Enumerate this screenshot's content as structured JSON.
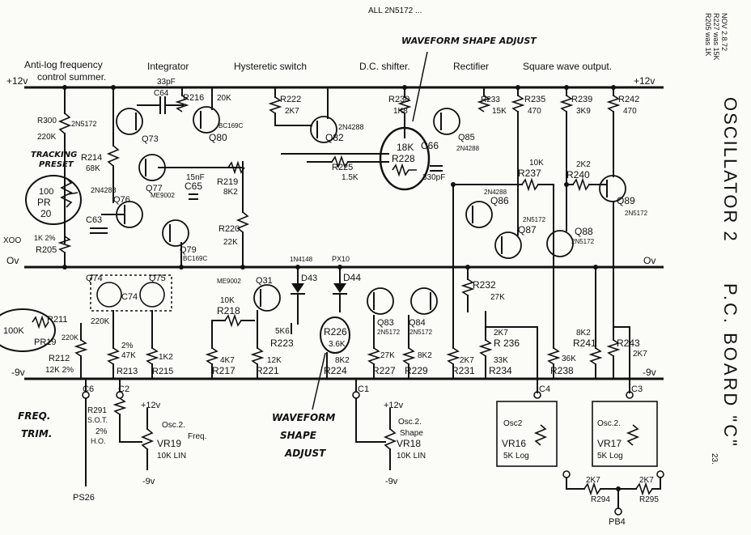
{
  "sections": {
    "antilog": "Anti-log frequency",
    "antilog2": "control summer.",
    "integrator": "Integrator",
    "hysteretic": "Hysteretic switch",
    "dcshifter": "D.C. shifter.",
    "rectifier": "Rectifier",
    "squarewave": "Square wave output."
  },
  "header": {
    "top_note": "ALL 2N5172 ... ",
    "waveform_top": "WAVEFORM SHAPE ADJUST",
    "side_title_1": "OSCILLATOR 2",
    "side_title_2": "P.C. BOARD \"C\"",
    "side_note_1": "R205 was 1K",
    "side_note_2": "R227 was 15K",
    "side_note_3": "NOV 2.8.72",
    "page_number": "23."
  },
  "rails": {
    "plus12_left": "+12v",
    "plus12_right": "+12v",
    "ov_left": "Ov",
    "ov_right": "Ov",
    "minus9_left": "-9v",
    "minus9_right": "-9v"
  },
  "components": {
    "r300": "R300",
    "r300v": "220K",
    "q_2n5172": "2N5172",
    "r214": "R214",
    "r214v": "68K",
    "tracking": "TRACKING",
    "preset": "PRESET",
    "pr20v": "100",
    "pr20": "PR",
    "pr20n": "20",
    "q76t": "2N4288",
    "q76": "Q76",
    "c63": "C63",
    "r205v": "1K 2%",
    "r205": "R205",
    "xoo": "XOO",
    "c64": "C64",
    "c64v": "33pF",
    "q73": "Q73",
    "r216": "R216",
    "r216v": "20K",
    "q80t": "BC169C",
    "q80": "Q80",
    "q77": "Q77",
    "q77t": "ME9002",
    "c65v": "15nF",
    "c65": "C65",
    "r219": "R219",
    "r219v": "8K2",
    "q79": "Q79",
    "q79t": "BC169C",
    "r222": "R222",
    "r222v": "2K7",
    "q82": "Q82",
    "q82t": "2N4288",
    "r225": "R225",
    "r225v": "1.5K",
    "r220": "R220",
    "r220v": "22K",
    "r230": "R230",
    "r230v": "1K8",
    "r228v": "18K",
    "r228": "R228",
    "c66": "C66",
    "c66v": "330pF",
    "q85": "Q85",
    "q85t": "2N4288",
    "r233": "R233",
    "r233v": "15K",
    "r235": "R235",
    "r235v": "470",
    "r239": "R239",
    "r239v": "3K9",
    "r242": "R242",
    "r242v": "470",
    "r237v": "10K",
    "r237": "R237",
    "r240v": "2K2",
    "r240": "R240",
    "q86t": "2N4288",
    "q86": "Q86",
    "q87t": "2N5172",
    "q87": "Q87",
    "q88": "Q88",
    "q88t": "2N5172",
    "q89": "Q89",
    "q89t": "2N5172",
    "q74": "Q74",
    "q75": "Q75",
    "c74": "C74",
    "q31t": "ME9002",
    "q31": "Q31",
    "d43t": "1N4148",
    "d43": "D43",
    "d44t": "PX10",
    "d44": "D44",
    "r232": "R232",
    "r232v": "27K",
    "r211": "R211",
    "r211v": "220K",
    "pr19": "PR19",
    "pr19v": "100K",
    "r212": "R212",
    "r212v": "12K 2%",
    "r213v1": "2%",
    "r213v2": "47K",
    "r213": "R213",
    "r215v": "1K2",
    "r215": "R215",
    "r218v": "10K",
    "r218": "R218",
    "r217v": "4K7",
    "r217": "R217",
    "r221v": "12K",
    "r221": "R221",
    "r223v": "5K6",
    "r223": "R223",
    "r226": "R226",
    "r226v": "3.6K",
    "r224v": "8K2",
    "r224": "R224",
    "q83": "Q83",
    "q83t": "2N5172",
    "q84": "Q84",
    "q84t": "2N5172",
    "r227v": "27K",
    "r227": "R227",
    "r229v": "8K2",
    "r229": "R229",
    "r231v": "2K7",
    "r231": "R231",
    "r236v1": "2K7",
    "r236": "R 236",
    "r234v": "33K",
    "r234": "R234",
    "r238v": "36K",
    "r238": "R238",
    "r241v": "8K2",
    "r241": "R241",
    "r243": "R243",
    "r243v": "2K7",
    "c6": "C6",
    "c2": "C2",
    "c1": "C1",
    "c4": "C4",
    "c3": "C3",
    "r291": "R291",
    "r291a": "S.O.T.",
    "r291b": "2%",
    "r291c": "H.O.",
    "vr19_plus": "+12v",
    "vr19_lbl1": "Osc.2.",
    "vr19_lbl2": "Freq.",
    "vr19": "VR19",
    "vr19v": "10K LIN",
    "vr19_minus": "-9v",
    "vr18_plus": "+12v",
    "vr18_lbl1": "Osc.2.",
    "vr18_lbl2": "Shape",
    "vr18": "VR18",
    "vr18v": "10K LIN",
    "vr18_minus": "-9v",
    "vr16_lbl": "Osc2",
    "vr16": "VR16",
    "vr16v": "5K Log",
    "vr17_lbl": "Osc.2.",
    "vr17": "VR17",
    "vr17v": "5K Log",
    "r294v": "2K7",
    "r294": "R294",
    "r295v": "2K7",
    "r295": "R295",
    "ps26": "PS26",
    "pb4": "PB4"
  },
  "handwritten": {
    "freq_trim_1": "FREQ.",
    "freq_trim_2": "TRIM.",
    "waveform_1": "WAVEFORM",
    "waveform_2": "SHAPE",
    "waveform_3": "ADJUST"
  }
}
